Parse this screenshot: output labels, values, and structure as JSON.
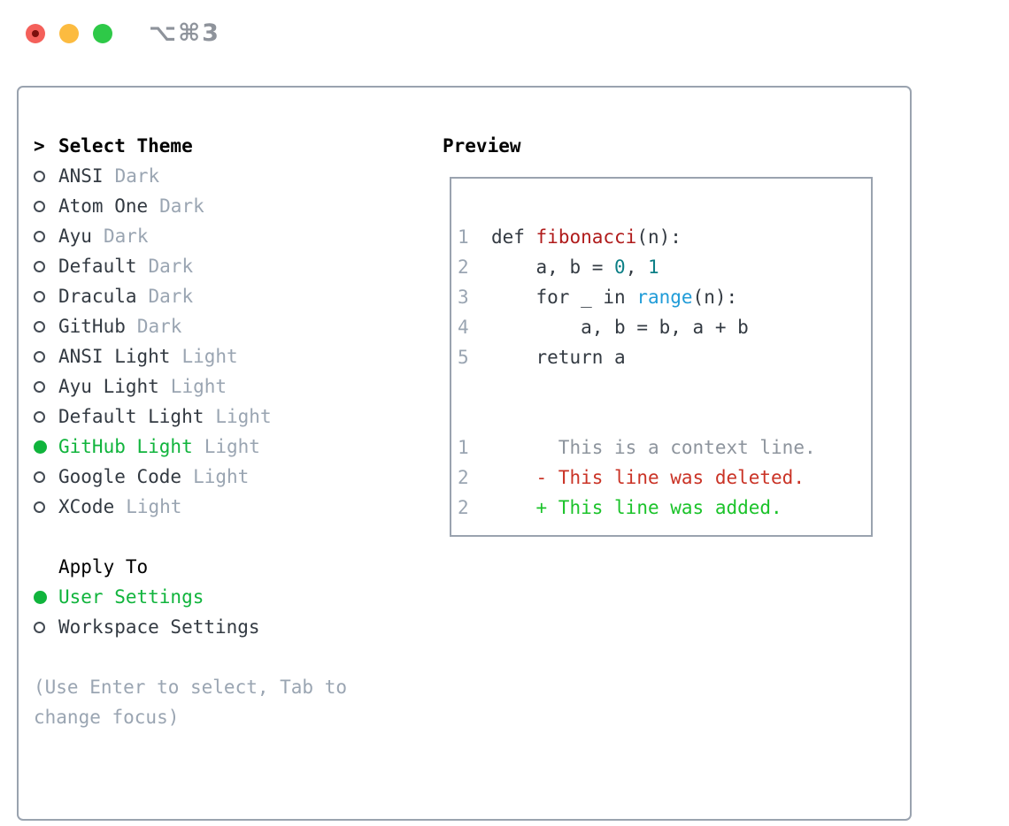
{
  "window": {
    "title": "⌥⌘3",
    "traffic_lights": [
      "close-icon",
      "minimize-icon",
      "zoom-icon"
    ]
  },
  "theme_panel": {
    "header_prefix": ">",
    "header": "Select Theme",
    "items": [
      {
        "name": "ANSI",
        "tag": "Dark",
        "selected": false
      },
      {
        "name": "Atom One",
        "tag": "Dark",
        "selected": false
      },
      {
        "name": "Ayu",
        "tag": "Dark",
        "selected": false
      },
      {
        "name": "Default",
        "tag": "Dark",
        "selected": false
      },
      {
        "name": "Dracula",
        "tag": "Dark",
        "selected": false
      },
      {
        "name": "GitHub",
        "tag": "Dark",
        "selected": false
      },
      {
        "name": "ANSI Light",
        "tag": "Light",
        "selected": false
      },
      {
        "name": "Ayu Light",
        "tag": "Light",
        "selected": false
      },
      {
        "name": "Default Light",
        "tag": "Light",
        "selected": false
      },
      {
        "name": "GitHub Light",
        "tag": "Light",
        "selected": true
      },
      {
        "name": "Google Code",
        "tag": "Light",
        "selected": false
      },
      {
        "name": "XCode",
        "tag": "Light",
        "selected": false
      }
    ],
    "apply_to": {
      "header": "Apply To",
      "options": [
        {
          "name": "User Settings",
          "selected": true
        },
        {
          "name": "Workspace Settings",
          "selected": false
        }
      ]
    },
    "hint_line1": "(Use Enter to select, Tab to",
    "hint_line2": "change focus)"
  },
  "preview": {
    "header": "Preview",
    "lines": [
      {
        "num": "1",
        "tokens": [
          {
            "t": "def ",
            "c": "fg"
          },
          {
            "t": "fibonacci",
            "c": "func"
          },
          {
            "t": "(n):",
            "c": "fg"
          }
        ]
      },
      {
        "num": "2",
        "tokens": [
          {
            "t": "    a, b = ",
            "c": "fg"
          },
          {
            "t": "0",
            "c": "num"
          },
          {
            "t": ", ",
            "c": "fg"
          },
          {
            "t": "1",
            "c": "num"
          }
        ]
      },
      {
        "num": "3",
        "tokens": [
          {
            "t": "    for _ in ",
            "c": "fg"
          },
          {
            "t": "range",
            "c": "builtin"
          },
          {
            "t": "(n):",
            "c": "fg"
          }
        ]
      },
      {
        "num": "4",
        "tokens": [
          {
            "t": "        a, b = b, a + b",
            "c": "fg"
          }
        ]
      },
      {
        "num": "5",
        "tokens": [
          {
            "t": "    return a",
            "c": "fg"
          }
        ]
      },
      {
        "num": "",
        "tokens": []
      },
      {
        "num": "",
        "tokens": []
      },
      {
        "num": "1",
        "tokens": [
          {
            "t": "      This is a context line.",
            "c": "ctx"
          }
        ]
      },
      {
        "num": "2",
        "tokens": [
          {
            "t": "    - This line was deleted.",
            "c": "del"
          }
        ]
      },
      {
        "num": "2",
        "tokens": [
          {
            "t": "    + This line was added.",
            "c": "add"
          }
        ]
      }
    ]
  },
  "colors": {
    "border": "#9aa3af",
    "selection_green": "#10b43c",
    "item_text": "#333a42",
    "muted_gray": "#9aa5b2",
    "func_red": "#b01b1b",
    "number_teal": "#0c7f86",
    "builtin_blue": "#209cd8",
    "context_gray": "#8d949d",
    "diff_red": "#ca3326",
    "diff_green": "#1bc32a",
    "traffic_red": "#f4605a",
    "traffic_yellow": "#fcbb40",
    "traffic_green": "#2ec948"
  }
}
